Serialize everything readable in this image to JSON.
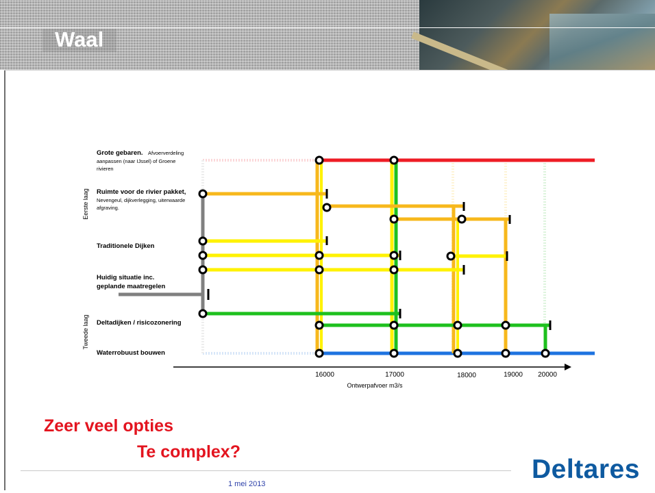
{
  "slide": {
    "title": "Waal",
    "note_line1": "Zeer veel opties",
    "note_line2": "Te complex?",
    "date": "1 mei 2013",
    "brand": "Deltares"
  },
  "diagram": {
    "layer_labels": [
      "Eerste laag",
      "Tweede laag"
    ],
    "options": {
      "grote_bold": "Grote gebaren.",
      "grote_rest": "Afvoerverdeling",
      "grote_line2": "aanpassen (naar IJssel) of Groene",
      "grote_line3": "rivieren",
      "ruimte_bold": "Ruimte voor de rivier pakket,",
      "ruimte_line2": "Nevengeul, dijkverlegging, uiterwaarde",
      "ruimte_line3": "afgraving.",
      "dijken": "Traditionele Dijken",
      "huidig_line1": "Huidig situatie inc.",
      "huidig_line2": "geplande maatregelen",
      "delta": "Deltadijken / risicozonering",
      "water": "Waterrobuust bouwen"
    },
    "x_ticks": [
      "16000",
      "17000",
      "18000",
      "19000",
      "20000"
    ],
    "x_axis_label": "Ontwerpafvoer m3/s",
    "colors": {
      "grote": "#ee1c25",
      "ruimte": "#f7b81c",
      "dijken": "#fff200",
      "huidig": "#808080",
      "delta": "#1ec01e",
      "water": "#1e73e0"
    }
  }
}
